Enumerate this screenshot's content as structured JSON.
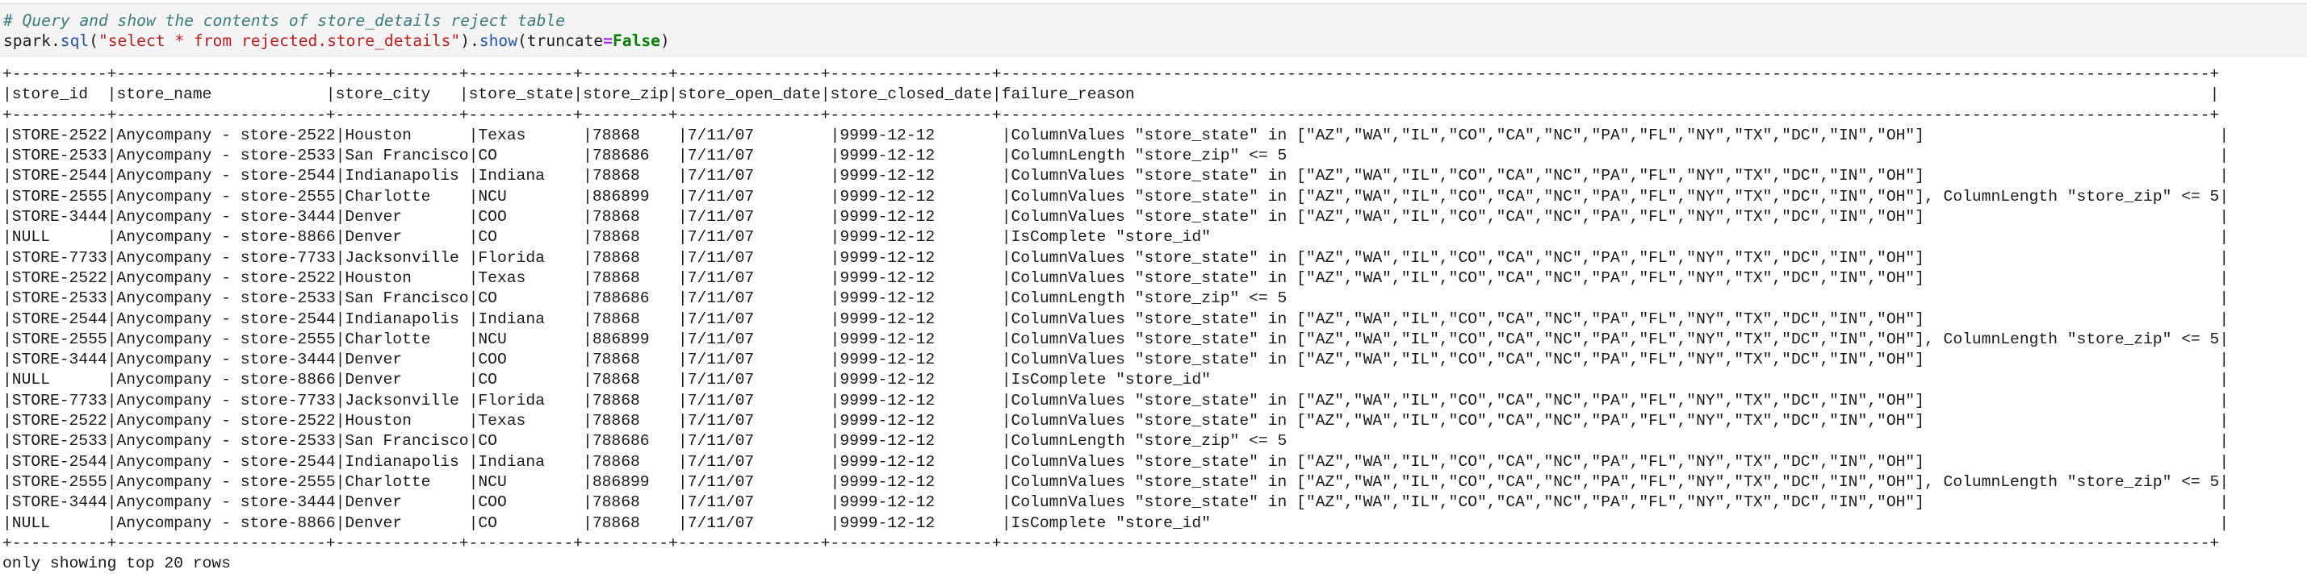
{
  "input_cell": {
    "comment": "# Query and show the contents of store_details reject table",
    "code_tokens": [
      {
        "text": "spark",
        "kind": "plain"
      },
      {
        "text": ".",
        "kind": "plain"
      },
      {
        "text": "sql",
        "kind": "attr"
      },
      {
        "text": "(",
        "kind": "plain"
      },
      {
        "text": "\"select * from rejected.store_details\"",
        "kind": "string"
      },
      {
        "text": ")",
        "kind": "plain"
      },
      {
        "text": ".",
        "kind": "plain"
      },
      {
        "text": "show",
        "kind": "attr"
      },
      {
        "text": "(truncate",
        "kind": "plain"
      },
      {
        "text": "=",
        "kind": "op"
      },
      {
        "text": "False",
        "kind": "kw"
      },
      {
        "text": ")",
        "kind": "plain"
      }
    ]
  },
  "output": {
    "table": {
      "columns": [
        {
          "name": "store_id",
          "width": 10
        },
        {
          "name": "store_name",
          "width": 22
        },
        {
          "name": "store_city",
          "width": 13
        },
        {
          "name": "store_state",
          "width": 11
        },
        {
          "name": "store_zip",
          "width": 9
        },
        {
          "name": "store_open_date",
          "width": 15
        },
        {
          "name": "store_closed_date",
          "width": 17
        },
        {
          "name": "failure_reason",
          "width": 127
        }
      ],
      "rows": [
        [
          "STORE-2522",
          "Anycompany - store-2522",
          "Houston",
          "Texas",
          "78868",
          "7/11/07",
          "9999-12-12",
          "ColumnValues \"store_state\" in [\"AZ\",\"WA\",\"IL\",\"CO\",\"CA\",\"NC\",\"PA\",\"FL\",\"NY\",\"TX\",\"DC\",\"IN\",\"OH\"]"
        ],
        [
          "STORE-2533",
          "Anycompany - store-2533",
          "San Francisco",
          "CO",
          "788686",
          "7/11/07",
          "9999-12-12",
          "ColumnLength \"store_zip\" <= 5"
        ],
        [
          "STORE-2544",
          "Anycompany - store-2544",
          "Indianapolis",
          "Indiana",
          "78868",
          "7/11/07",
          "9999-12-12",
          "ColumnValues \"store_state\" in [\"AZ\",\"WA\",\"IL\",\"CO\",\"CA\",\"NC\",\"PA\",\"FL\",\"NY\",\"TX\",\"DC\",\"IN\",\"OH\"]"
        ],
        [
          "STORE-2555",
          "Anycompany - store-2555",
          "Charlotte",
          "NCU",
          "886899",
          "7/11/07",
          "9999-12-12",
          "ColumnValues \"store_state\" in [\"AZ\",\"WA\",\"IL\",\"CO\",\"CA\",\"NC\",\"PA\",\"FL\",\"NY\",\"TX\",\"DC\",\"IN\",\"OH\"], ColumnLength \"store_zip\" <= 5"
        ],
        [
          "STORE-3444",
          "Anycompany - store-3444",
          "Denver",
          "COO",
          "78868",
          "7/11/07",
          "9999-12-12",
          "ColumnValues \"store_state\" in [\"AZ\",\"WA\",\"IL\",\"CO\",\"CA\",\"NC\",\"PA\",\"FL\",\"NY\",\"TX\",\"DC\",\"IN\",\"OH\"]"
        ],
        [
          "NULL",
          "Anycompany - store-8866",
          "Denver",
          "CO",
          "78868",
          "7/11/07",
          "9999-12-12",
          "IsComplete \"store_id\""
        ],
        [
          "STORE-7733",
          "Anycompany - store-7733",
          "Jacksonville",
          "Florida",
          "78868",
          "7/11/07",
          "9999-12-12",
          "ColumnValues \"store_state\" in [\"AZ\",\"WA\",\"IL\",\"CO\",\"CA\",\"NC\",\"PA\",\"FL\",\"NY\",\"TX\",\"DC\",\"IN\",\"OH\"]"
        ],
        [
          "STORE-2522",
          "Anycompany - store-2522",
          "Houston",
          "Texas",
          "78868",
          "7/11/07",
          "9999-12-12",
          "ColumnValues \"store_state\" in [\"AZ\",\"WA\",\"IL\",\"CO\",\"CA\",\"NC\",\"PA\",\"FL\",\"NY\",\"TX\",\"DC\",\"IN\",\"OH\"]"
        ],
        [
          "STORE-2533",
          "Anycompany - store-2533",
          "San Francisco",
          "CO",
          "788686",
          "7/11/07",
          "9999-12-12",
          "ColumnLength \"store_zip\" <= 5"
        ],
        [
          "STORE-2544",
          "Anycompany - store-2544",
          "Indianapolis",
          "Indiana",
          "78868",
          "7/11/07",
          "9999-12-12",
          "ColumnValues \"store_state\" in [\"AZ\",\"WA\",\"IL\",\"CO\",\"CA\",\"NC\",\"PA\",\"FL\",\"NY\",\"TX\",\"DC\",\"IN\",\"OH\"]"
        ],
        [
          "STORE-2555",
          "Anycompany - store-2555",
          "Charlotte",
          "NCU",
          "886899",
          "7/11/07",
          "9999-12-12",
          "ColumnValues \"store_state\" in [\"AZ\",\"WA\",\"IL\",\"CO\",\"CA\",\"NC\",\"PA\",\"FL\",\"NY\",\"TX\",\"DC\",\"IN\",\"OH\"], ColumnLength \"store_zip\" <= 5"
        ],
        [
          "STORE-3444",
          "Anycompany - store-3444",
          "Denver",
          "COO",
          "78868",
          "7/11/07",
          "9999-12-12",
          "ColumnValues \"store_state\" in [\"AZ\",\"WA\",\"IL\",\"CO\",\"CA\",\"NC\",\"PA\",\"FL\",\"NY\",\"TX\",\"DC\",\"IN\",\"OH\"]"
        ],
        [
          "NULL",
          "Anycompany - store-8866",
          "Denver",
          "CO",
          "78868",
          "7/11/07",
          "9999-12-12",
          "IsComplete \"store_id\""
        ],
        [
          "STORE-7733",
          "Anycompany - store-7733",
          "Jacksonville",
          "Florida",
          "78868",
          "7/11/07",
          "9999-12-12",
          "ColumnValues \"store_state\" in [\"AZ\",\"WA\",\"IL\",\"CO\",\"CA\",\"NC\",\"PA\",\"FL\",\"NY\",\"TX\",\"DC\",\"IN\",\"OH\"]"
        ],
        [
          "STORE-2522",
          "Anycompany - store-2522",
          "Houston",
          "Texas",
          "78868",
          "7/11/07",
          "9999-12-12",
          "ColumnValues \"store_state\" in [\"AZ\",\"WA\",\"IL\",\"CO\",\"CA\",\"NC\",\"PA\",\"FL\",\"NY\",\"TX\",\"DC\",\"IN\",\"OH\"]"
        ],
        [
          "STORE-2533",
          "Anycompany - store-2533",
          "San Francisco",
          "CO",
          "788686",
          "7/11/07",
          "9999-12-12",
          "ColumnLength \"store_zip\" <= 5"
        ],
        [
          "STORE-2544",
          "Anycompany - store-2544",
          "Indianapolis",
          "Indiana",
          "78868",
          "7/11/07",
          "9999-12-12",
          "ColumnValues \"store_state\" in [\"AZ\",\"WA\",\"IL\",\"CO\",\"CA\",\"NC\",\"PA\",\"FL\",\"NY\",\"TX\",\"DC\",\"IN\",\"OH\"]"
        ],
        [
          "STORE-2555",
          "Anycompany - store-2555",
          "Charlotte",
          "NCU",
          "886899",
          "7/11/07",
          "9999-12-12",
          "ColumnValues \"store_state\" in [\"AZ\",\"WA\",\"IL\",\"CO\",\"CA\",\"NC\",\"PA\",\"FL\",\"NY\",\"TX\",\"DC\",\"IN\",\"OH\"], ColumnLength \"store_zip\" <= 5"
        ],
        [
          "STORE-3444",
          "Anycompany - store-3444",
          "Denver",
          "COO",
          "78868",
          "7/11/07",
          "9999-12-12",
          "ColumnValues \"store_state\" in [\"AZ\",\"WA\",\"IL\",\"CO\",\"CA\",\"NC\",\"PA\",\"FL\",\"NY\",\"TX\",\"DC\",\"IN\",\"OH\"]"
        ],
        [
          "NULL",
          "Anycompany - store-8866",
          "Denver",
          "CO",
          "78868",
          "7/11/07",
          "9999-12-12",
          "IsComplete \"store_id\""
        ]
      ]
    },
    "footer": "only showing top 20 rows"
  },
  "colors": {
    "cell_background": "#f4f4f4",
    "cell_border": "#e0e0e0",
    "comment": "#3d7a7a",
    "attribute": "#2553a8",
    "string": "#ba2121",
    "operator": "#aa22ff",
    "keyword": "#008000",
    "text": "#1a1a1a"
  }
}
